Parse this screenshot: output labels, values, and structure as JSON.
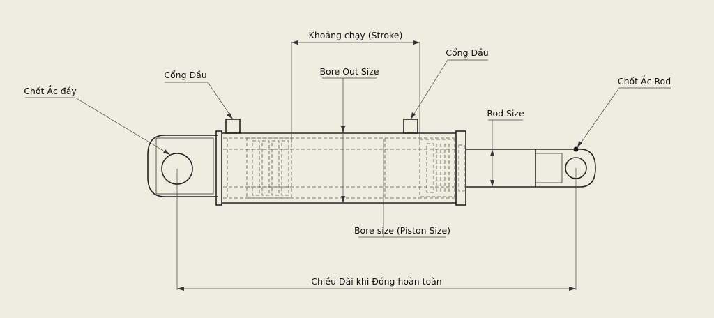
{
  "labels": {
    "stroke": "Khoảng chạy (Stroke)",
    "port_left": "Cổng Dầu",
    "port_right": "Cổng Dầu",
    "bore_out": "Bore Out Size",
    "pin_base": "Chốt Ắc đáy",
    "rod_size": "Rod Size",
    "pin_rod": "Chốt Ắc Rod",
    "bore_size": "Bore size (Piston Size)",
    "closed_length": "Chiều Dài khi Đóng hoàn toàn"
  },
  "colors": {
    "background": "#efece0",
    "line": "#222222"
  }
}
